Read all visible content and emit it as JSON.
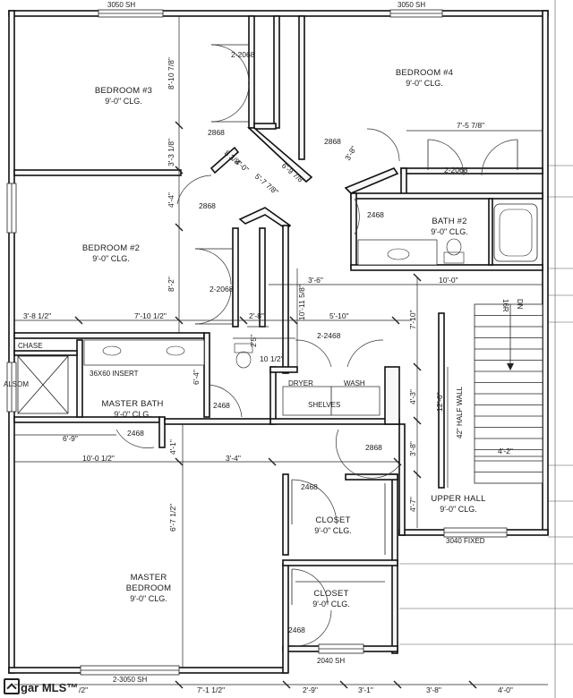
{
  "rooms": {
    "bedroom3": {
      "name": "BEDROOM #3",
      "clg": "9'-0\" CLG."
    },
    "bedroom4": {
      "name": "BEDROOM #4",
      "clg": "9'-0\" CLG."
    },
    "bedroom2": {
      "name": "BEDROOM #2",
      "clg": "9'-0\" CLG."
    },
    "bath2": {
      "name": "BATH #2",
      "clg": "9'-0\" CLG."
    },
    "master_bath": {
      "name": "MASTER BATH",
      "clg": "9'-0\" CLG."
    },
    "upper_hall": {
      "name": "UPPER HALL",
      "clg": "9'-0\" CLG."
    },
    "closet1": {
      "name": "CLOSET",
      "clg": "9'-0\" CLG."
    },
    "closet2": {
      "name": "CLOSET",
      "clg": "9'-0\" CLG."
    },
    "master_bedroom": {
      "name": "MASTER",
      "name2": "BEDROOM",
      "clg": "9'-0\" CLG."
    }
  },
  "labels": {
    "chase": "CHASE",
    "insert": "36X60 INSERT",
    "alcove": "ALSOM",
    "dryer": "DRYER",
    "wash": "WASH",
    "shelves": "SHELVES",
    "half_wall": "42\" HALF WALL",
    "dn": "DN",
    "risers": "16R",
    "win_top_left": "3050 SH",
    "win_top_right": "3050 SH",
    "win_bottom_left": "2-3050 SH",
    "win_bottom_mid": "2040 SH",
    "win_fixed": "3040 FIXED"
  },
  "doors": {
    "d1": "2-2068",
    "d2": "2868",
    "d3": "2868",
    "d4": "2-2068",
    "d5": "2868",
    "d6": "2468",
    "d7": "2-2068",
    "d8": "2-2468",
    "d9": "2468",
    "d10": "2468",
    "d11": "2868",
    "d12": "2468",
    "d13": "2468"
  },
  "dims": {
    "a1": "8'-10 7/8\"",
    "a2": "3'-3 1/8\"",
    "a3": "8 3/8\"",
    "a4": "4'-0\"",
    "a5": "6'-9 7/8\"",
    "a6": "5'-7 7/8\"",
    "a7": "3'-8\"",
    "a8": "7'-5 7/8\"",
    "a9": "4'-4\"",
    "a10": "8'-2\"",
    "a11": "3'-6\"",
    "a12": "10'-0\"",
    "a13": "10'-11 5/8\"",
    "a14": "7'-10\"",
    "a15": "3'-8 1/2\"",
    "a16": "7'-10 1/2\"",
    "a17": "2'-8\"",
    "a18": "5'-10\"",
    "a19": "2'5\"",
    "a20": "10 1/2\"",
    "a21": "6'-4\"",
    "a22": "4'-3\"",
    "a23": "12'-6\"",
    "a24": "6'-9\"",
    "a25": "4'-1\"",
    "a26": "3'-8\"",
    "a27": "10'-0 1/2\"",
    "a28": "3'-4\"",
    "a29": "4'-2\"",
    "a30": "4'-7\"",
    "a31": "6'-7 1/2\"",
    "b1": "/2\"",
    "b2": "7'-1 1/2\"",
    "b3": "2'-9\"",
    "b4": "3'-1\"",
    "b5": "3'-8\"",
    "b6": "4'-0\""
  },
  "watermark": "gar MLS™"
}
